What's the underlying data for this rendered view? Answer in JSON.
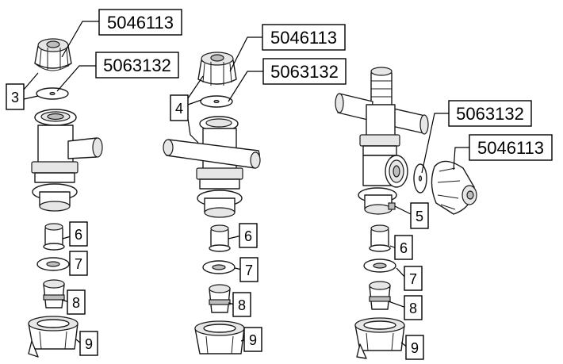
{
  "callouts": {
    "a_cap": "5046113",
    "a_gasket": "5063132",
    "b_cap": "5046113",
    "b_gasket": "5063132",
    "c_gasket": "5063132",
    "c_cap": "5046113",
    "n3": "3",
    "n4": "4",
    "n5": "5",
    "a6": "6",
    "a7": "7",
    "a8": "8",
    "a9": "9",
    "b6": "6",
    "b7": "7",
    "b8": "8",
    "b9": "9",
    "c6": "6",
    "c7": "7",
    "c8": "8",
    "c9": "9"
  }
}
